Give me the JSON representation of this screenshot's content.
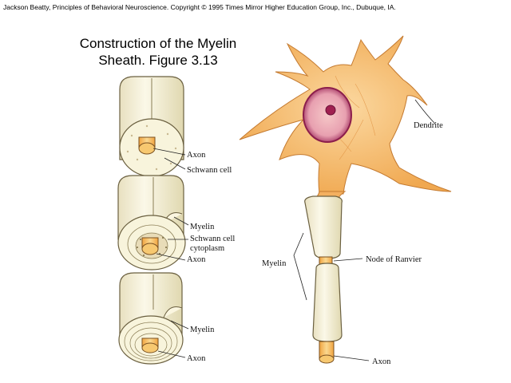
{
  "copyright": "Jackson Beatty, Principles of Behavioral Neuroscience. Copyright © 1995 Times Mirror Higher Education Group, Inc., Dubuque, IA.",
  "title": {
    "line1": "Construction of the Myelin",
    "line2": "Sheath. Figure 3.13"
  },
  "labels": {
    "axon1": "Axon",
    "schwann_cell": "Schwann cell",
    "myelin2": "Myelin",
    "schwann_cyto_1": "Schwann cell",
    "schwann_cyto_2": "cytoplasm",
    "axon2": "Axon",
    "myelin3": "Myelin",
    "axon3": "Axon",
    "dendrite": "Dendrite",
    "myelin_neuron": "Myelin",
    "node_of_ranvier": "Node of Ranvier",
    "axon_neuron": "Axon"
  }
}
